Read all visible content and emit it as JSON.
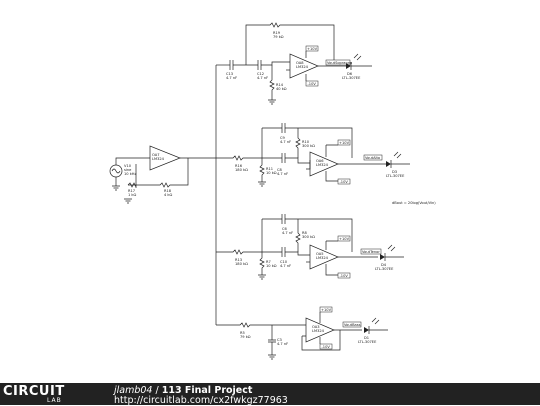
{
  "schematic": {
    "source": {
      "name": "V10",
      "type": "sine",
      "freq": "10 kHz"
    },
    "buffer": {
      "name": "OA7",
      "part": "LM324"
    },
    "resistors": {
      "r17": {
        "name": "R17",
        "value": "1 kΩ"
      },
      "r18": {
        "name": "R18",
        "value": "4 kΩ"
      },
      "r16": {
        "name": "R16",
        "value": "180 kΩ"
      },
      "r11": {
        "name": "R11",
        "value": "10 kΩ"
      },
      "r10": {
        "name": "R10",
        "value": "300 kΩ"
      },
      "r13": {
        "name": "R13",
        "value": "180 kΩ"
      },
      "r7": {
        "name": "R7",
        "value": "10 kΩ"
      },
      "r8": {
        "name": "R8",
        "value": "300 kΩ"
      },
      "r19": {
        "name": "R19",
        "value": "79 kΩ"
      },
      "r14": {
        "name": "R14",
        "value": "40 kΩ"
      },
      "r5": {
        "name": "R5",
        "value": "79 kΩ"
      }
    },
    "capacitors": {
      "c13": {
        "name": "C13",
        "value": "4.7 nF"
      },
      "c12": {
        "name": "C12",
        "value": "4.7 nF"
      },
      "c9": {
        "name": "C9",
        "value": "4.7 nF"
      },
      "c8": {
        "name": "C8",
        "value": "4.7 nF"
      },
      "c6": {
        "name": "C6",
        "value": "4.7 nF"
      },
      "c10": {
        "name": "C10",
        "value": "4.7 nF"
      },
      "c3": {
        "name": "C3",
        "value": "4.7 nF"
      }
    },
    "opamps": {
      "oa8": {
        "name": "OA8",
        "part": "LM324"
      },
      "oa6": {
        "name": "OA6",
        "part": "LM324"
      },
      "oa5": {
        "name": "OA5",
        "part": "LM324"
      },
      "oa3": {
        "name": "OA3",
        "part": "LM324"
      }
    },
    "rails": {
      "pos": "+10V",
      "neg": "-10V"
    },
    "nodes": {
      "n1": "VoutSopranno",
      "n2": "VoutAlto",
      "n3": "VoutTenor",
      "n4": "VoutBass"
    },
    "leds": {
      "d6": {
        "name": "D6",
        "part": "LTL-307EE"
      },
      "d3": {
        "name": "D3",
        "part": "LTL-307EE"
      },
      "d4": {
        "name": "D4",
        "part": "LTL-307EE"
      },
      "d1": {
        "name": "D1",
        "part": "LTL-307EE"
      }
    },
    "note": "dBout = 20log(Vout/Vin)"
  },
  "footer": {
    "logo_top": "CIRCUIT",
    "logo_bottom": "LAB",
    "author": "jlamb04",
    "separator": " / ",
    "title": "113 Final Project",
    "url": "http://circuitlab.com/cx2fwkgz77963"
  }
}
